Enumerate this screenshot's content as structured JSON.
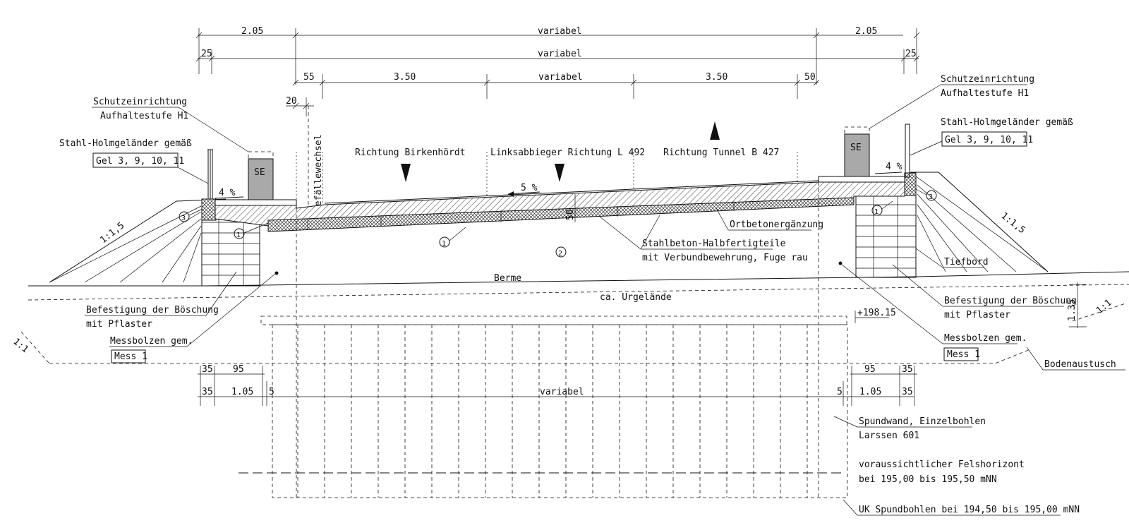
{
  "dimensions": {
    "top_row1": [
      "2.05",
      "variabel",
      "2.05"
    ],
    "top_row2": [
      "25",
      "variabel",
      "25"
    ],
    "top_row3": [
      "55",
      "3.50",
      "variabel",
      "3.50",
      "50"
    ],
    "left_20": "20",
    "slab_thickness": "50",
    "bottom_row1_left": [
      "35",
      "95"
    ],
    "bottom_row2_left": [
      "35",
      "1.05"
    ],
    "bottom_row1_right": [
      "95",
      "35"
    ],
    "bottom_row2_right": [
      "1.05",
      "35"
    ],
    "bottom_gap_left": "5",
    "bottom_gap_right": "5",
    "bottom_variabel": "variabel",
    "right_height": "1.35",
    "elevation": "+198.15"
  },
  "labels": {
    "schutz_left_1": "Schutzeinrichtung",
    "schutz_left_2": "Aufhaltestufe H1",
    "schutz_right_1": "Schutzeinrichtung",
    "schutz_right_2": "Aufhaltestufe H1",
    "gelaender_left": "Stahl-Holmgeländer gemäß",
    "gelaender_right": "Stahl-Holmgeländer gemäß",
    "gel_ref": "Gel 3, 9, 10, 11",
    "se": "SE",
    "gefaelle": "Gefällewechsel",
    "richtung_birk": "Richtung Birkenhördt",
    "linksabbieger": "Linksabbieger Richtung L 492",
    "richtung_tunnel": "Richtung Tunnel B 427",
    "pct4": "4 %",
    "pct5": "5 %",
    "slope_15": "1:1,5",
    "slope_11": "1:1",
    "ortbeton": "Ortbetonergänzung",
    "stahlbeton_1": "Stahlbeton-Halbfertigteile",
    "stahlbeton_2": "mit Verbundbewehrung, Fuge rau",
    "berme": "Berme",
    "urgelaende": "ca. Urgelände",
    "tiefbord": "Tiefbord",
    "befestigung_1": "Befestigung der Böschung",
    "befestigung_2": "mit Pflaster",
    "messbolzen": "Messbolzen gem.",
    "mess_ref": "Mess 1",
    "bodenaustusch": "Bodenaustusch",
    "spundwand_1": "Spundwand, Einzelbohlen",
    "spundwand_2": "Larssen 601",
    "fels_1": "voraussichtlicher Felshorizont",
    "fels_2": "bei 195,00 bis 195,50 mNN",
    "uk": "UK Spundbohlen bei 194,50 bis 195,00 mNN",
    "c1": "1",
    "c2": "2",
    "c3": "3"
  }
}
